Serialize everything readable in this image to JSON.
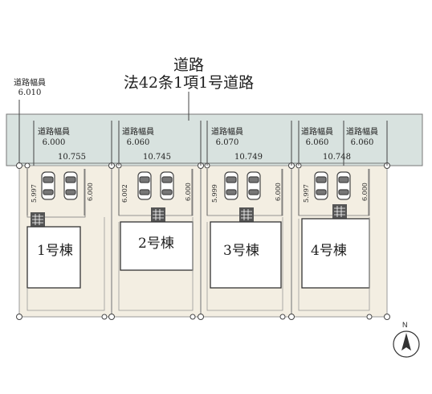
{
  "road": {
    "title": "道路",
    "subtitle": "法42条1項1号道路",
    "left_width_label": "道路幅員",
    "left_width_value": "6.010"
  },
  "lots": [
    {
      "road_width_label": "道路幅員",
      "road_width_values": [
        "6.000"
      ],
      "frontage": "10.755",
      "depth_left": "5.997",
      "depth_right": "6.000",
      "building": "1号棟"
    },
    {
      "road_width_label": "道路幅員",
      "road_width_values": [
        "6.060"
      ],
      "frontage": "10.745",
      "depth_left": "6.002",
      "depth_right": "6.000",
      "building": "2号棟"
    },
    {
      "road_width_label": "道路幅員",
      "road_width_values": [
        "6.070"
      ],
      "frontage": "10.749",
      "depth_left": "5.999",
      "depth_right": "6.000",
      "building": "3号棟"
    },
    {
      "road_width_label": "道路幅員",
      "road_width_label_2": "道路幅員",
      "road_width_values": [
        "6.060",
        "6.060"
      ],
      "frontage": "10.748",
      "depth_left": "5.997",
      "depth_right": "6.000",
      "building": "4号棟"
    }
  ],
  "compass": {
    "north_label": "N"
  },
  "colors": {
    "road": "#d8e2df",
    "lot": "#f3eee2",
    "building": "#ffffff",
    "line": "#666666"
  }
}
